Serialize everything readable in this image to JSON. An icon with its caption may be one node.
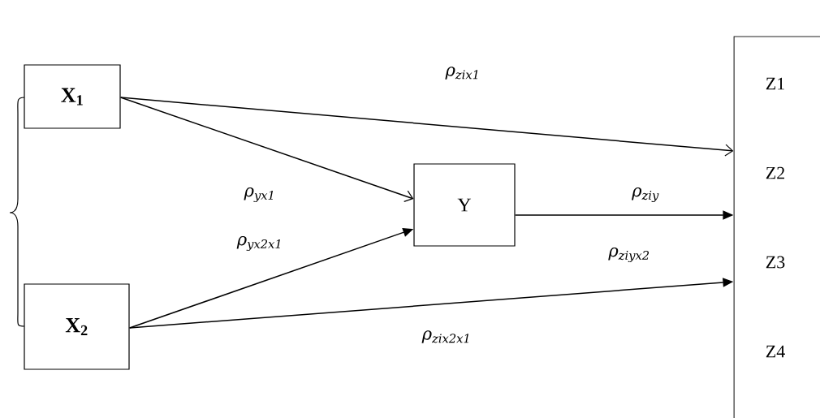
{
  "diagram": {
    "nodes": [
      {
        "text": [
          "X$_{1}$"
        ]
      },
      {
        "text": [
          "X$_{2}$"
        ]
      },
      {
        "text": [
          "Y"
        ]
      },
      {
        "text": [
          "Z1",
          "Z2",
          "Z3",
          "Z4"
        ]
      }
    ],
    "edges": [
      {
        "from": 0,
        "to": 3,
        "arrow": "to",
        "label": "ρ$_{zix1}$"
      },
      {
        "from": 0,
        "to": 2,
        "arrow": "to",
        "label": "ρ$_{yx1}$"
      },
      {
        "from": 2,
        "to": 3,
        "arrow": "to",
        "label": "ρ$_{ziy}$"
      },
      {
        "from": 1,
        "to": 2,
        "arrow": "to",
        "label": "ρ$_{yx2x1}$"
      },
      {
        "from": 1,
        "to": 3,
        "arrow": "to",
        "label": "ρ$_{zix2x1}$"
      }
    ],
    "labels": [
      "ρ$_{ziyx2}$"
    ]
  }
}
